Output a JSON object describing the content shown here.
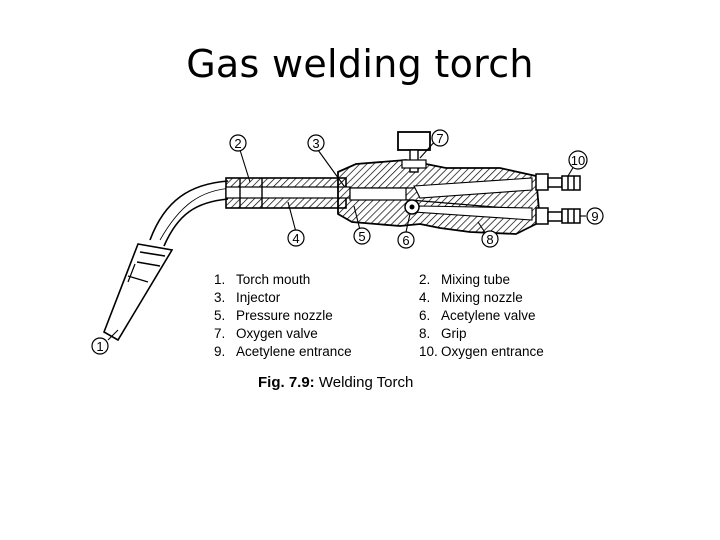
{
  "title": "Gas welding torch",
  "callouts": [
    "1",
    "2",
    "3",
    "4",
    "5",
    "6",
    "7",
    "8",
    "9",
    "10"
  ],
  "legend": [
    {
      "num": "1.",
      "text": "Torch mouth"
    },
    {
      "num": "2.",
      "text": "Mixing tube"
    },
    {
      "num": "3.",
      "text": "Injector"
    },
    {
      "num": "4.",
      "text": "Mixing nozzle"
    },
    {
      "num": "5.",
      "text": "Pressure nozzle"
    },
    {
      "num": "6.",
      "text": "Acetylene valve"
    },
    {
      "num": "7.",
      "text": "Oxygen valve"
    },
    {
      "num": "8.",
      "text": "Grip"
    },
    {
      "num": "9.",
      "text": "Acetylene entrance"
    },
    {
      "num": "10.",
      "text": "Oxygen entrance"
    }
  ],
  "caption": {
    "fig": "Fig. 7.9:",
    "text": "Welding Torch"
  }
}
